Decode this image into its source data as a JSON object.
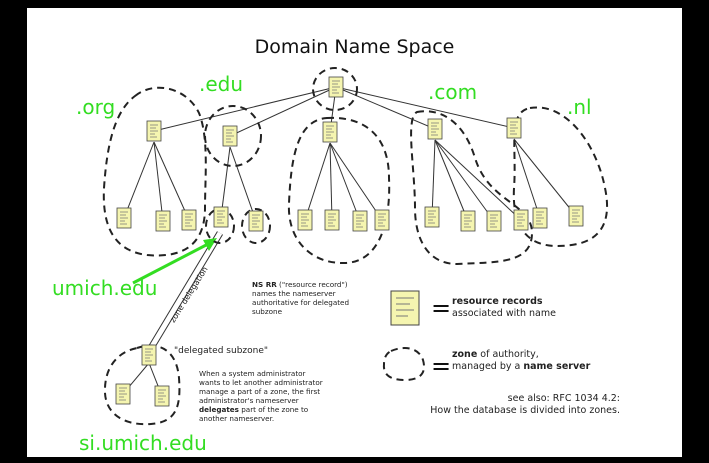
{
  "title": "Domain Name Space",
  "labels": {
    "org": ".org",
    "edu": ".edu",
    "com": ".com",
    "nl": ".nl",
    "umich": "umich.edu",
    "si_umich": "si.umich.edu"
  },
  "zone_delegation": "zone delegation",
  "delegated_subzone": "\"delegated subzone\"",
  "ns_note": {
    "bold": "NS RR",
    "rest": " (\"resource record\") names the nameserver authoritative for delegated subzone"
  },
  "admin_note": {
    "pre": "When a system administrator wants to let another administrator manage a part of a zone, the first administrator's nameserver ",
    "bold": "delegates",
    "post": " part of the zone to another nameserver."
  },
  "legend": {
    "records_bold": "resource records",
    "records_rest": "associated with name",
    "zone_bold": "zone",
    "zone_mid": " of authority,",
    "zone_line2_pre": "managed by a ",
    "zone_line2_bold": "name server",
    "equals": "="
  },
  "see_also": {
    "line1": "see also: RFC 1034 4.2:",
    "line2": "How the database is divided into zones."
  },
  "colors": {
    "background": "#000000",
    "slide": "#ffffff",
    "label_green": "#33dd22",
    "record_fill": "#f5f5b0",
    "line": "#333333"
  }
}
